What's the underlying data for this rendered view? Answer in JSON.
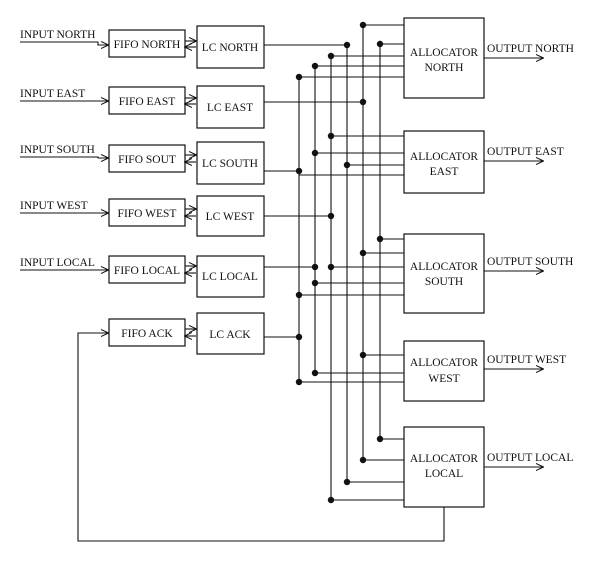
{
  "inputs": [
    {
      "label": "INPUT NORTH",
      "fifo": "FIFO NORTH",
      "lc": "LC NORTH"
    },
    {
      "label": "INPUT EAST",
      "fifo": "FIFO EAST",
      "lc": "LC EAST"
    },
    {
      "label": "INPUT SOUTH",
      "fifo": "FIFO SOUT",
      "lc": "LC SOUTH"
    },
    {
      "label": "INPUT WEST",
      "fifo": "FIFO WEST",
      "lc": "LC WEST"
    },
    {
      "label": "INPUT LOCAL",
      "fifo": "FIFO LOCAL",
      "lc": "LC LOCAL"
    },
    {
      "label": "",
      "fifo": "FIFO ACK",
      "lc": "LC ACK"
    }
  ],
  "allocators": [
    {
      "line1": "ALLOCATOR",
      "line2": "NORTH",
      "output": "OUTPUT NORTH"
    },
    {
      "line1": "ALLOCATOR",
      "line2": "EAST",
      "output": "OUTPUT EAST"
    },
    {
      "line1": "ALLOCATOR",
      "line2": "SOUTH",
      "output": "OUTPUT SOUTH"
    },
    {
      "line1": "ALLOCATOR",
      "line2": "WEST",
      "output": "OUTPUT WEST"
    },
    {
      "line1": "ALLOCATOR",
      "line2": "LOCAL",
      "output": "OUTPUT LOCAL"
    }
  ]
}
